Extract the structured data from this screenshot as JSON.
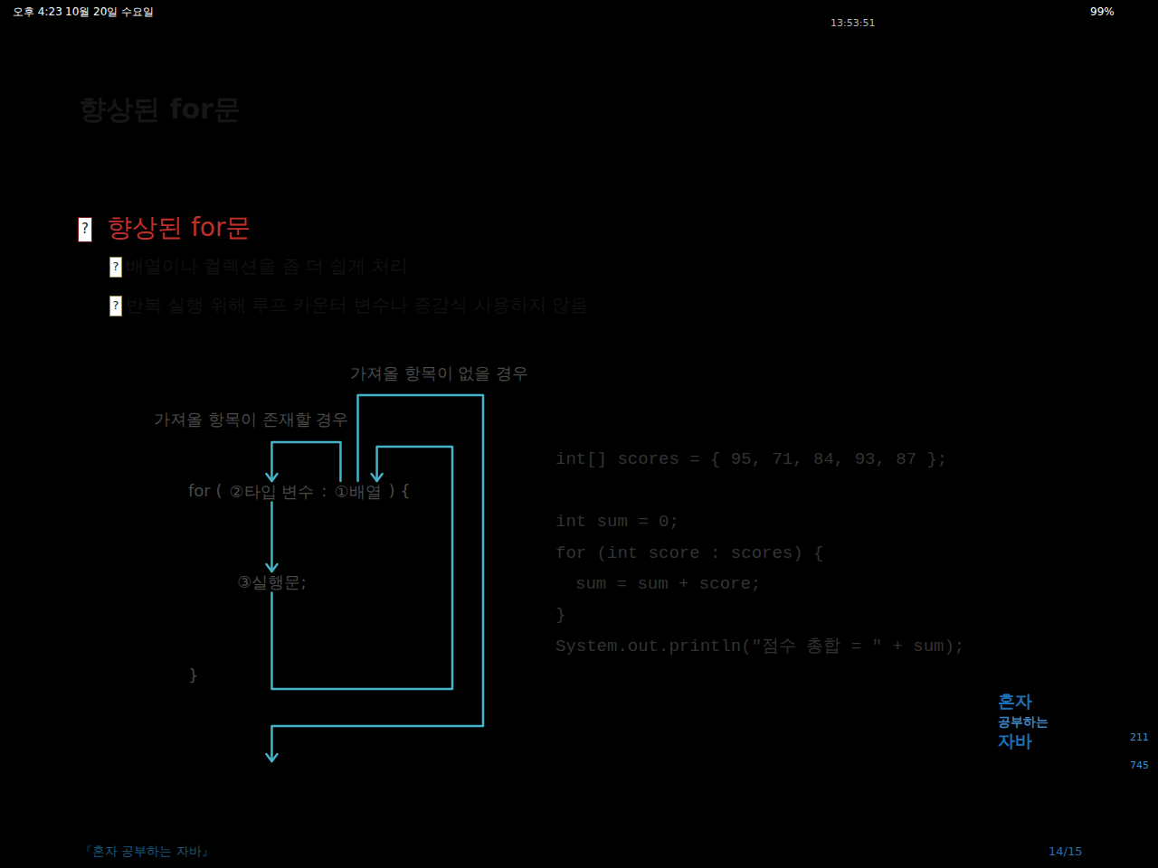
{
  "diagram": {
    "title": "향상된 for문",
    "nodes": [
      {
        "text": [
          "for (",
          ":",
          ") {",
          "}"
        ]
      },
      {
        "text": [
          "②타입 변수"
        ],
        "in": 0
      },
      {
        "text": [
          "①배열"
        ],
        "in": 0
      },
      {
        "text": [
          "③실행문;"
        ],
        "in": 0
      }
    ],
    "edges": [
      {
        "from": 2,
        "to": 1,
        "arrow": "to",
        "label": "가져올 항목이 존재할 경우"
      },
      {
        "from": 1,
        "to": 3,
        "arrow": "to"
      },
      {
        "from": 3,
        "to": 2,
        "arrow": "to"
      }
    ],
    "labels": [
      "오후 4:23",
      "10월 20일 수요일",
      "99%",
      "13:53:51",
      "?",
      "향상된 for문",
      "?",
      "배열이나 컬렉션을 좀 더 쉽게 처리",
      "?",
      "반복 실행 위해 루프 카운터 변수나 증감식 사용하지 않음",
      "가져올 항목이 없을 경우",
      "int[] scores = { 95, 71, 84, 93, 87 };",
      "int sum = 0;",
      "for (int score : scores) {",
      "sum = sum + score;",
      "}",
      "System.out.println(\"점수 총합 = \" + sum);",
      "혼자",
      "공부하는",
      "자바",
      "『혼자 공부하는 자바』",
      "14/15",
      "211",
      "745"
    ]
  }
}
